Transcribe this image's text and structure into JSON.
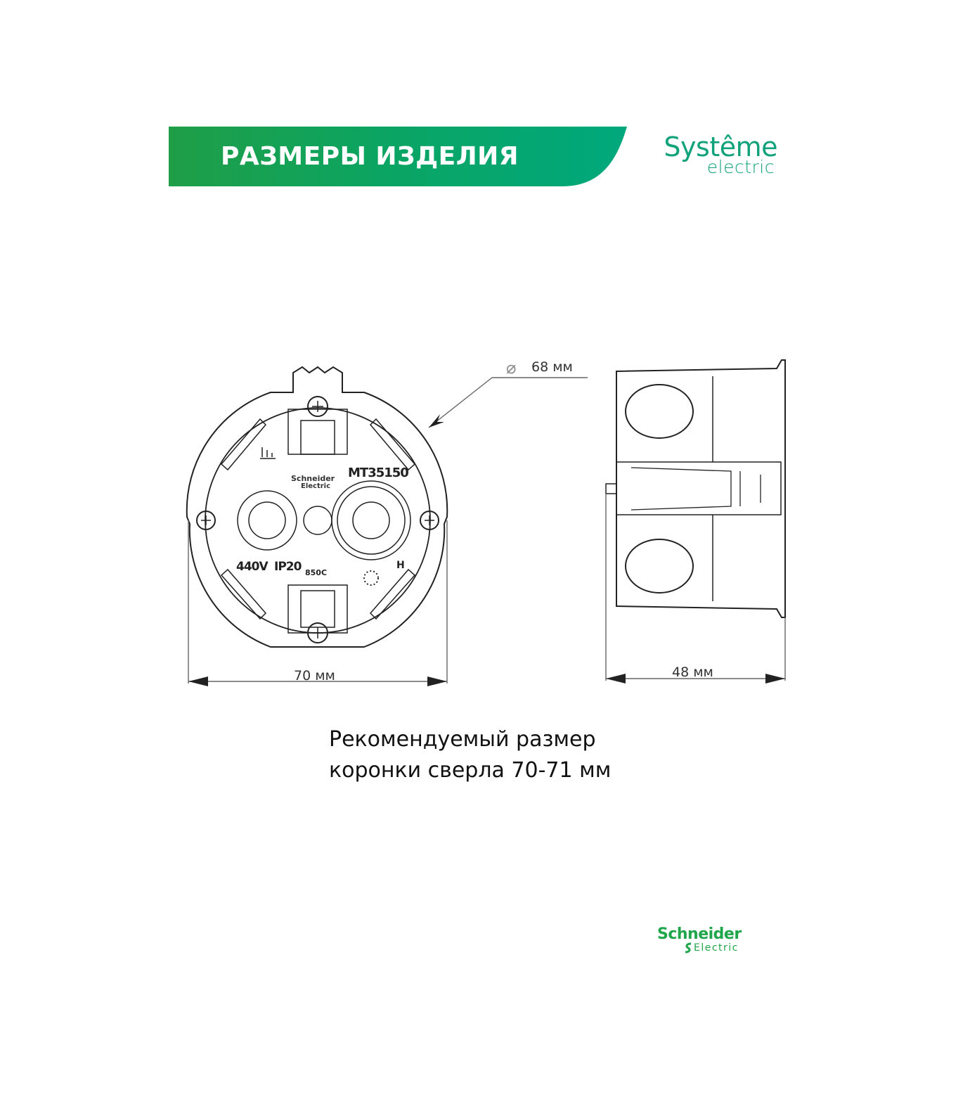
{
  "header": {
    "title": "РАЗМЕРЫ ИЗДЕЛИЯ",
    "banner_gradient": [
      "#22a24a",
      "#00a77a"
    ],
    "brand_line1": "Systême",
    "brand_line2": "electric",
    "brand_color": "#10a27a"
  },
  "drawing": {
    "front_view": {
      "diameter_label": "68 мм",
      "diameter_symbol": "⌀",
      "width_label": "70 мм",
      "markings": {
        "model": "MT35150",
        "voltage": "440V",
        "ip_rating": "IP20",
        "temperature": "850C",
        "maker_line1": "Schneider",
        "maker_line2": "Electric",
        "mark_right": "H"
      }
    },
    "side_view": {
      "depth_label": "48 мм"
    }
  },
  "caption": {
    "line1": "Рекомендуемый размер",
    "line2": "коронки сверла 70-71 мм"
  },
  "footer_brand": {
    "line1": "Schneider",
    "line2": "Electric",
    "color": "#1fa64a"
  }
}
